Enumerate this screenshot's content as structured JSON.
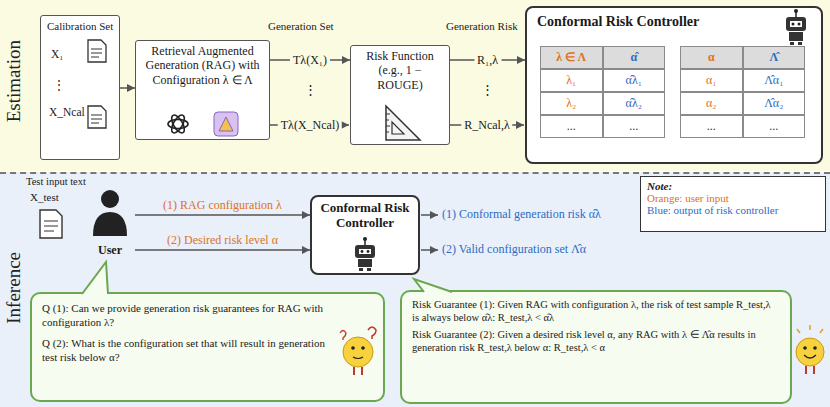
{
  "diagram": {
    "nodes": [
      {
        "text": [
          "Estimation"
        ]
      },
      {
        "text": [
          "Calibration Set",
          "X₁",
          "⋮",
          "X_Ncal"
        ],
        "in": 0
      },
      {
        "text": [
          "Retrieval Augmented Generation (RAG) with Configuration λ ∈ Λ"
        ],
        "in": 0
      },
      {
        "text": [
          "Risk Function (e.g., 1 − ROUGE)"
        ],
        "in": 0
      },
      {
        "text": [
          "Conformal Risk Controller"
        ],
        "in": 0
      },
      {
        "text": [
          "λ ∈ Λ",
          "α̂",
          "λ₁",
          "α̂λ₁",
          "λ₂",
          "α̂λ₂",
          "...",
          "..."
        ],
        "in": 4
      },
      {
        "text": [
          "α",
          "Λ̂",
          "α₁",
          "Λ̂α₁",
          "α₂",
          "Λ̂α₂",
          "...",
          "..."
        ],
        "in": 4
      },
      {
        "text": [
          "Inference"
        ]
      },
      {
        "text": [
          "User"
        ],
        "in": 7
      },
      {
        "text": [
          "Conformal Risk Controller"
        ],
        "in": 7
      },
      {
        "text": [
          "Note:",
          "Orange: user input",
          "Blue: output of risk controller"
        ],
        "in": 7
      },
      {
        "text": [
          "Q (1): Can we provide generation risk guarantees for RAG with configuration λ?",
          "Q (2): What is the configuration set that will result in generation test risk below α?"
        ],
        "in": 7
      },
      {
        "text": [
          "Risk Guarantee (1): Given RAG with configuration λ, the risk of test sample R_test,λ is always below α̂λ: R_test,λ < α̂λ",
          "Risk Guarantee (2): Given a desired risk level α, any RAG with λ ∈ Λ̂α results in generation risk R_test,λ below α: R_test,λ < α"
        ],
        "in": 7
      }
    ],
    "edges": [
      {
        "from": 1,
        "to": 2,
        "arrow": "to"
      },
      {
        "from": 2,
        "to": 3,
        "label": "Tλ(X₁)",
        "arrow": "to"
      },
      {
        "from": 3,
        "to": 4,
        "label": "R₁,λ",
        "arrow": "to"
      },
      {
        "from": 8,
        "to": 9,
        "label": "(1) RAG configuration λ",
        "arrow": "to"
      },
      {
        "from": 8,
        "to": 9,
        "label": "(2) Desired risk level α",
        "arrow": "to"
      }
    ],
    "labels": [
      "Generation Set",
      "⋮",
      "Tλ(X_Ncal)",
      "Generation Risk",
      "⋮",
      "R_Ncal,λ",
      "Test input text",
      "X_test",
      "(1) Conformal generation risk α̂λ",
      "(2) Valid configuration set Λ̂α"
    ]
  }
}
